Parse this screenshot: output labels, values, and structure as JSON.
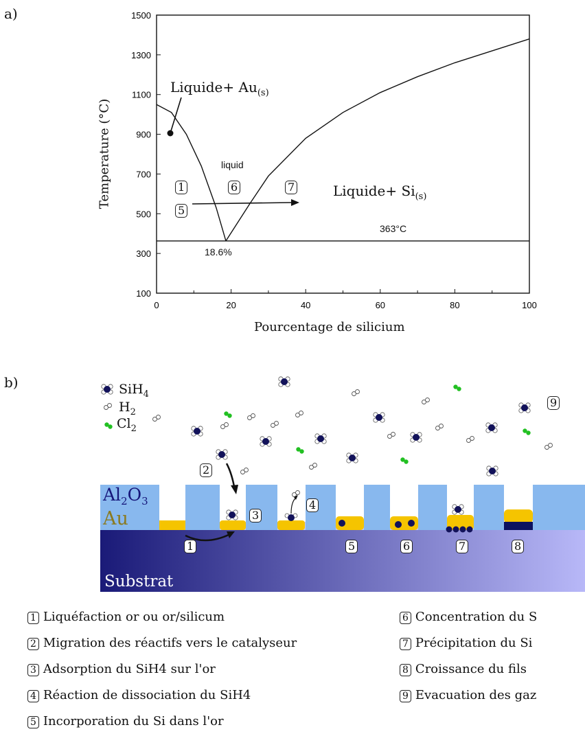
{
  "panel_a_label": "a)",
  "panel_b_label": "b)",
  "chart_data": {
    "type": "line",
    "xlabel": "Pourcentage de silicium",
    "ylabel": "Temperature (°C)",
    "xlim": [
      0,
      100
    ],
    "ylim": [
      100,
      1500
    ],
    "xticks": [
      "0",
      "20",
      "40",
      "60",
      "80",
      "100"
    ],
    "yticks": [
      "100",
      "300",
      "500",
      "700",
      "900",
      "1100",
      "1300",
      "1500"
    ],
    "series": [
      {
        "values": [
          [
            0,
            1050
          ],
          [
            4,
            1010
          ],
          [
            8,
            900
          ],
          [
            12,
            740
          ],
          [
            16,
            530
          ],
          [
            18.6,
            363
          ]
        ]
      },
      {
        "values": [
          [
            18.6,
            363
          ],
          [
            25,
            550
          ],
          [
            30,
            690
          ],
          [
            40,
            880
          ],
          [
            50,
            1010
          ],
          [
            60,
            1110
          ],
          [
            70,
            1190
          ],
          [
            80,
            1260
          ],
          [
            90,
            1320
          ],
          [
            100,
            1380
          ]
        ]
      },
      {
        "values": [
          [
            0,
            363
          ],
          [
            100,
            363
          ]
        ]
      }
    ],
    "annotations": {
      "liquid": "liquid",
      "eutectic_temp": "363°C",
      "eutectic_comp": "18.6%",
      "liq_au": "Liquide+ Au",
      "liq_au_sub": "(s)",
      "liq_si": "Liquide+ Si",
      "liq_si_sub": "(s)"
    },
    "steps": [
      "1",
      "5",
      "6",
      "7"
    ]
  },
  "panel_b": {
    "legend": {
      "sih4": "SiH",
      "sih4_sub": "4",
      "h2": "H",
      "h2_sub": "2",
      "cl2": "Cl",
      "cl2_sub": "2"
    },
    "al2o3": {
      "a": "Al",
      "s1": "2",
      "b": "O",
      "s2": "3"
    },
    "au": "Au",
    "substrat": "Substrat",
    "steps": [
      "1",
      "2",
      "3",
      "4",
      "5",
      "6",
      "7",
      "8",
      "9"
    ],
    "colors": {
      "alumina": "#88b8ee",
      "gold": "#f5c400",
      "substrate_dark": "#1a1a78",
      "substrate_light": "#b8b8f8",
      "cl2": "#22c022",
      "sih4": "#12125a"
    }
  },
  "legend_list": {
    "left": [
      {
        "num": "1",
        "text": "Liquéfaction or ou or/silicum"
      },
      {
        "num": "2",
        "text": "Migration des réactifs vers le catalyseur"
      },
      {
        "num": "3",
        "text": "Adsorption du SiH4 sur l'or"
      },
      {
        "num": "4",
        "text": "Réaction de dissociation du SiH4"
      },
      {
        "num": "5",
        "text": "Incorporation du Si dans l'or"
      }
    ],
    "right": [
      {
        "num": "6",
        "text": "Concentration du S"
      },
      {
        "num": "7",
        "text": "Précipitation du Si"
      },
      {
        "num": "8",
        "text": "Croissance du fils"
      },
      {
        "num": "9",
        "text": "Evacuation des gaz"
      }
    ]
  }
}
